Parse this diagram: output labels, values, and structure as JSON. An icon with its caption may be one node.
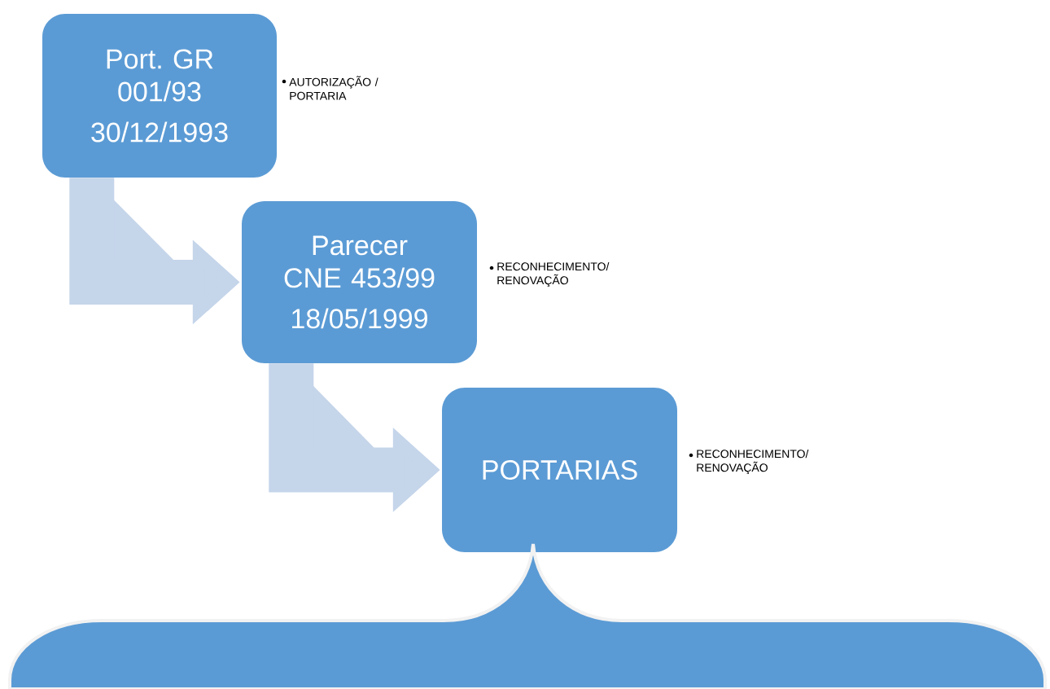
{
  "diagram": {
    "nodes": [
      {
        "text": [
          "Port. GR 001/93",
          "30/12/1993"
        ],
        "beside": [
          "AUTORIZAÇÃO / PORTARIA"
        ]
      },
      {
        "text": [
          "Parecer CNE 453/99",
          "18/05/1999"
        ],
        "beside": [
          "RECONHECIMENTO/ RENOVAÇÃO"
        ]
      },
      {
        "text": [
          "PORTARIAS"
        ],
        "beside": [
          "RECONHECIMENTO/ RENOVAÇÃO"
        ]
      },
      {
        "text": [],
        "shape": "callout"
      }
    ],
    "edges": [
      {
        "from": 0,
        "to": 1,
        "arrow": "to"
      },
      {
        "from": 1,
        "to": 2,
        "arrow": "to"
      }
    ]
  }
}
